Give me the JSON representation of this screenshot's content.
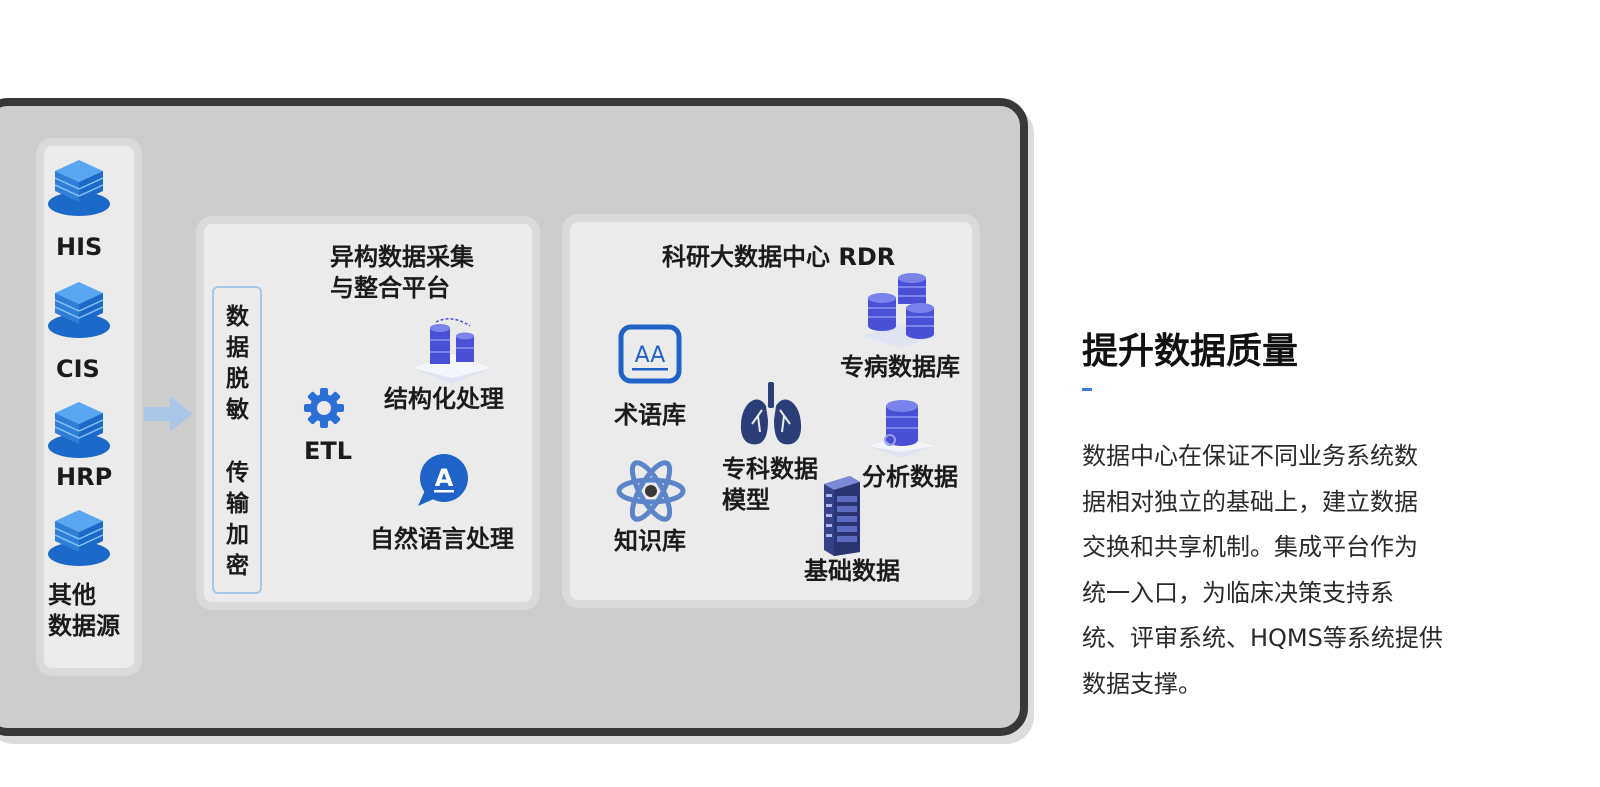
{
  "sources": {
    "items": [
      {
        "label": "HIS"
      },
      {
        "label": "CIS"
      },
      {
        "label": "HRP"
      },
      {
        "label": "其他\n数据源"
      }
    ]
  },
  "security": {
    "desensitize": "数据脱敏",
    "encrypt": "传输加密"
  },
  "integration": {
    "title": "异构数据采集\n与整合平台",
    "etl_label": "ETL",
    "structured_label": "结构化处理",
    "nlp_label": "自然语言处理"
  },
  "rdr": {
    "title": "科研大数据中心 RDR",
    "terminology_label": "术语库",
    "knowledge_label": "知识库",
    "specialty_model_label": "专科数据\n模型",
    "disease_db_label": "专病数据库",
    "analysis_label": "分析数据",
    "base_data_label": "基础数据"
  },
  "summary": {
    "title": "提升数据质量",
    "accent_mark": "-",
    "body_lines": [
      "数据中心在保证不同业务系统数",
      "据相对独立的基础上，建立数据",
      "交换和共享机制。集成平台作为",
      "统一入口，为临床决策支持系",
      "统、评审系统、HQMS等系统提供",
      "数据支撑。"
    ]
  },
  "colors": {
    "panel_bg": "#cdcdcd",
    "panel_border": "#383838",
    "card_bg": "#ebebeb",
    "icon_blue": "#2b6fd6",
    "icon_purple": "#4f55d8",
    "accent": "#3b7bd6"
  },
  "icons": [
    "server-stack-icon",
    "arrow-right-icon",
    "gear-icon",
    "database-cluster-icon",
    "chat-a-icon",
    "terminology-aa-icon",
    "atom-icon",
    "lungs-icon",
    "cylinder-db-icon",
    "server-rack-icon"
  ]
}
